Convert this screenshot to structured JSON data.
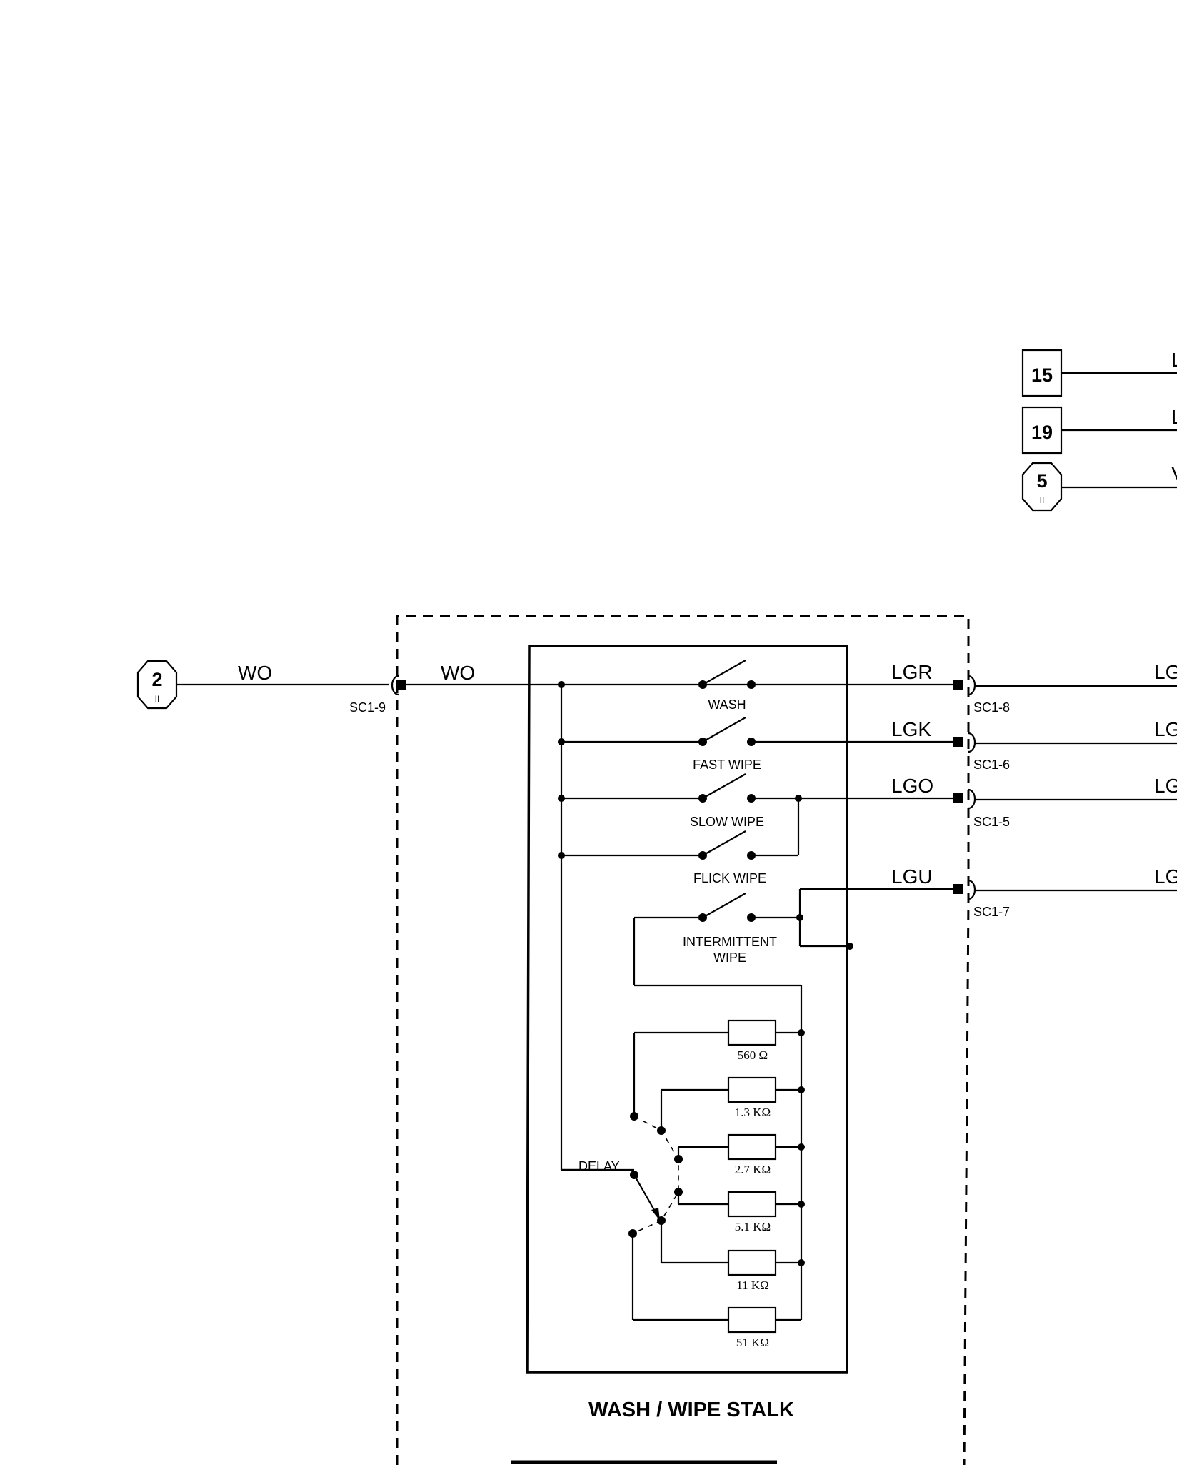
{
  "refs": {
    "box15": "15",
    "box19": "19",
    "oct5": "5",
    "oct5_sub": "II",
    "oct2": "2",
    "oct2_sub": "II"
  },
  "wires": {
    "wo_left": "WO",
    "wo_inner": "WO",
    "lgr": "LGR",
    "lgk": "LGK",
    "lgo": "LGO",
    "lgu": "LGU",
    "lg_cut_1": "LG",
    "lg_cut_2": "LG",
    "lg_cut_3": "LG",
    "lg_cut_4": "LG",
    "cut_15": "L",
    "cut_19": "L",
    "cut_5": "V"
  },
  "connectors": {
    "sc1_9": "SC1-9",
    "sc1_8": "SC1-8",
    "sc1_6": "SC1-6",
    "sc1_5": "SC1-5",
    "sc1_7": "SC1-7"
  },
  "switches": {
    "wash": "WASH",
    "fast_wipe": "FAST WIPE",
    "slow_wipe": "SLOW WIPE",
    "flick_wipe": "FLICK WIPE",
    "intermittent_1": "INTERMITTENT",
    "intermittent_2": "WIPE",
    "delay": "DELAY"
  },
  "resistors": {
    "r560": "560 Ω",
    "r1k3": "1.3 KΩ",
    "r2k7": "2.7 KΩ",
    "r5k1": "5.1 KΩ",
    "r11k": "11 KΩ",
    "r51k": "51 KΩ"
  },
  "title": "WASH / WIPE STALK"
}
